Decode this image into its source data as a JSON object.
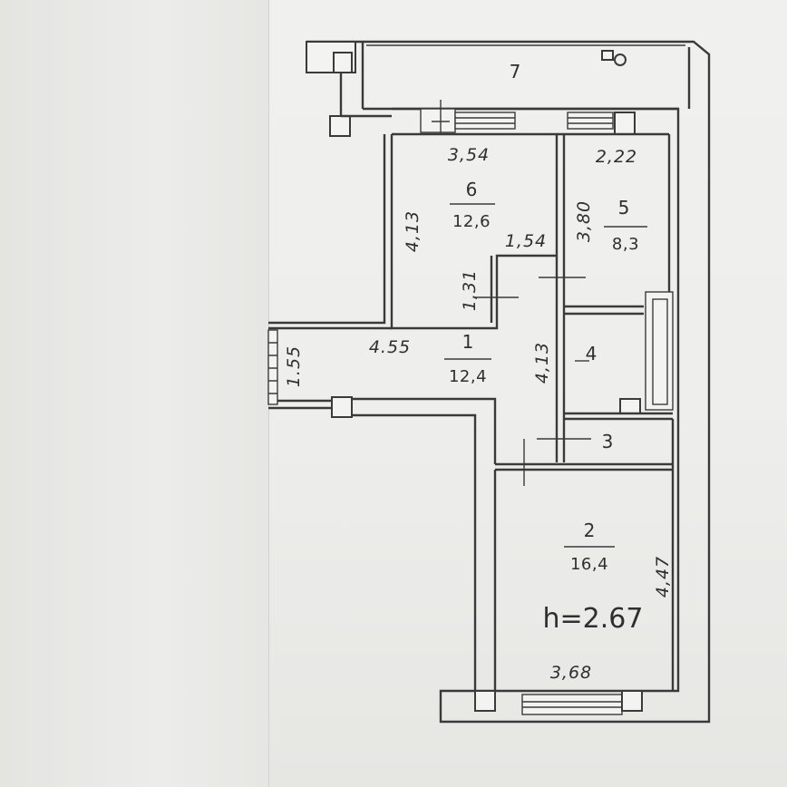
{
  "rooms": [
    {
      "number": "7"
    },
    {
      "number": "6",
      "area": "12,6"
    },
    {
      "number": "5",
      "area": "8,3"
    },
    {
      "number": "1",
      "area": "12,4"
    },
    {
      "number": "4"
    },
    {
      "number": "3"
    },
    {
      "number": "2",
      "area": "16,4"
    }
  ],
  "dimensions": {
    "d_3_54": "3,54",
    "d_2_22": "2,22",
    "d_4_13_room6": "4,13",
    "d_3_80": "3,80",
    "d_1_54": "1,54",
    "d_1_31": "1,31",
    "d_4_55": "4.55",
    "d_1_55": "1.55",
    "d_4_13_hall": "4,13",
    "d_4_47": "4,47",
    "d_3_68": "3,68"
  },
  "ceiling_height": "h=2.67"
}
